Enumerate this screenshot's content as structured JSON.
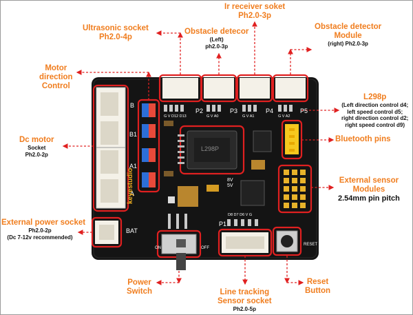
{
  "labels": {
    "ultrasonic": {
      "title": [
        "Ultrasonic socket",
        "Ph2.0-4p"
      ]
    },
    "obstacle_left": {
      "title": [
        "Obstacle detecor"
      ],
      "sub": [
        "(Left)",
        "ph2.0-3p"
      ]
    },
    "ir_receiver": {
      "title": [
        "Ir receiver soket",
        "Ph2.0-3p"
      ]
    },
    "obstacle_right": {
      "title": [
        "Obstacle detector",
        "Module"
      ],
      "sub": [
        "(right) Ph2.0-3p"
      ]
    },
    "motor_direction": {
      "title": [
        "Motor",
        "direction",
        "Control"
      ]
    },
    "l298p": {
      "title": [
        "L298p"
      ],
      "sub": [
        "(Left direction control d4;",
        "left speed control d5;",
        "right direction control d2;",
        "right speed control d9)"
      ]
    },
    "dc_motor": {
      "title": [
        "Dc motor"
      ],
      "sub": [
        "Socket",
        "Ph2.0-2p"
      ]
    },
    "bluetooth": {
      "title": [
        "Bluetooth pins"
      ]
    },
    "external_sensor": {
      "title": [
        "External sensor",
        "Modules"
      ],
      "sub": [
        "2.54mm pin pitch"
      ]
    },
    "external_power": {
      "title": [
        "External power socket"
      ],
      "sub": [
        "Ph2.0-2p",
        "(Dc 7-12v recommended)"
      ]
    },
    "power_switch": {
      "title": [
        "Power",
        "Switch"
      ]
    },
    "line_tracking": {
      "title": [
        "Line tracking",
        "Sensor socket"
      ],
      "sub": [
        "Ph2.0-5p"
      ]
    },
    "reset": {
      "title": [
        "Reset",
        "Button"
      ]
    }
  },
  "board": {
    "brand": "keyestudio",
    "chip_text": "L298P",
    "silk": {
      "p2": "P2",
      "p3": "P3",
      "p4": "P4",
      "p5": "P5",
      "p1": "P1",
      "pin_row_1": "G V D12 D13",
      "pin_row_2": "G V A0",
      "pin_row_3": "G V A1",
      "pin_row_4": "G V A2",
      "line_pins": "D8 D7 D6 V G",
      "bat": "BAT",
      "on": "ON",
      "off": "OFF",
      "reset": "RESET",
      "b": "B",
      "b1": "B1",
      "a": "A",
      "a1": "A1",
      "v8": "8V",
      "v5": "5V"
    }
  },
  "colors": {
    "accent": "#f07d1e",
    "board": "#141414",
    "highlight": "#e02020",
    "gold": "#e0b020",
    "socket": "#f4f1e8"
  }
}
